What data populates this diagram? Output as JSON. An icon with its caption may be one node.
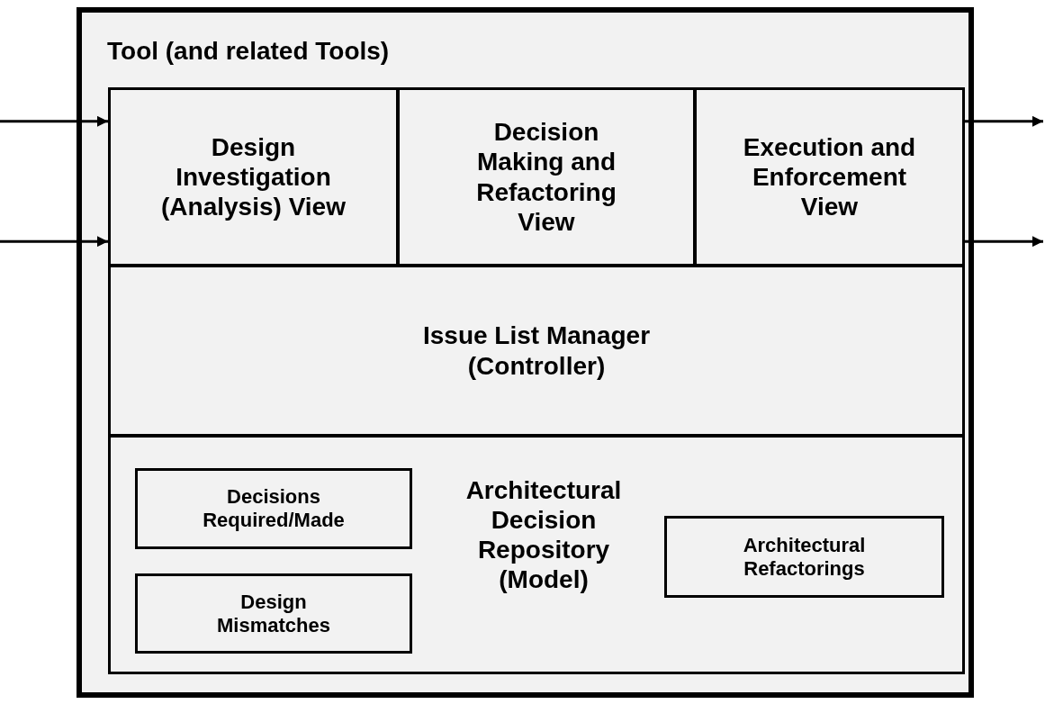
{
  "diagram": {
    "nodes": [
      {
        "text": [
          "Tool (and related Tools)"
        ]
      },
      {
        "text": [
          "Design Investigation (Analysis) View"
        ],
        "in": 0
      },
      {
        "text": [
          "Decision Making and Refactoring View"
        ],
        "in": 0
      },
      {
        "text": [
          "Execution and Enforcement View"
        ],
        "in": 0
      },
      {
        "text": [
          "Issue List Manager (Controller)"
        ],
        "in": 0
      },
      {
        "text": [
          "Architectural Decision Repository (Model)"
        ],
        "in": 0
      },
      {
        "text": [
          "Decisions Required/Made"
        ],
        "in": 5
      },
      {
        "text": [
          "Design Mismatches"
        ],
        "in": 5
      },
      {
        "text": [
          "Architectural Refactorings"
        ],
        "in": 5
      }
    ],
    "edges": [
      {
        "from": null,
        "to": 1,
        "arrow": "to"
      },
      {
        "from": null,
        "to": 1,
        "arrow": "to"
      },
      {
        "from": 3,
        "to": null,
        "arrow": "to"
      },
      {
        "from": 3,
        "to": null,
        "arrow": "to"
      }
    ]
  }
}
